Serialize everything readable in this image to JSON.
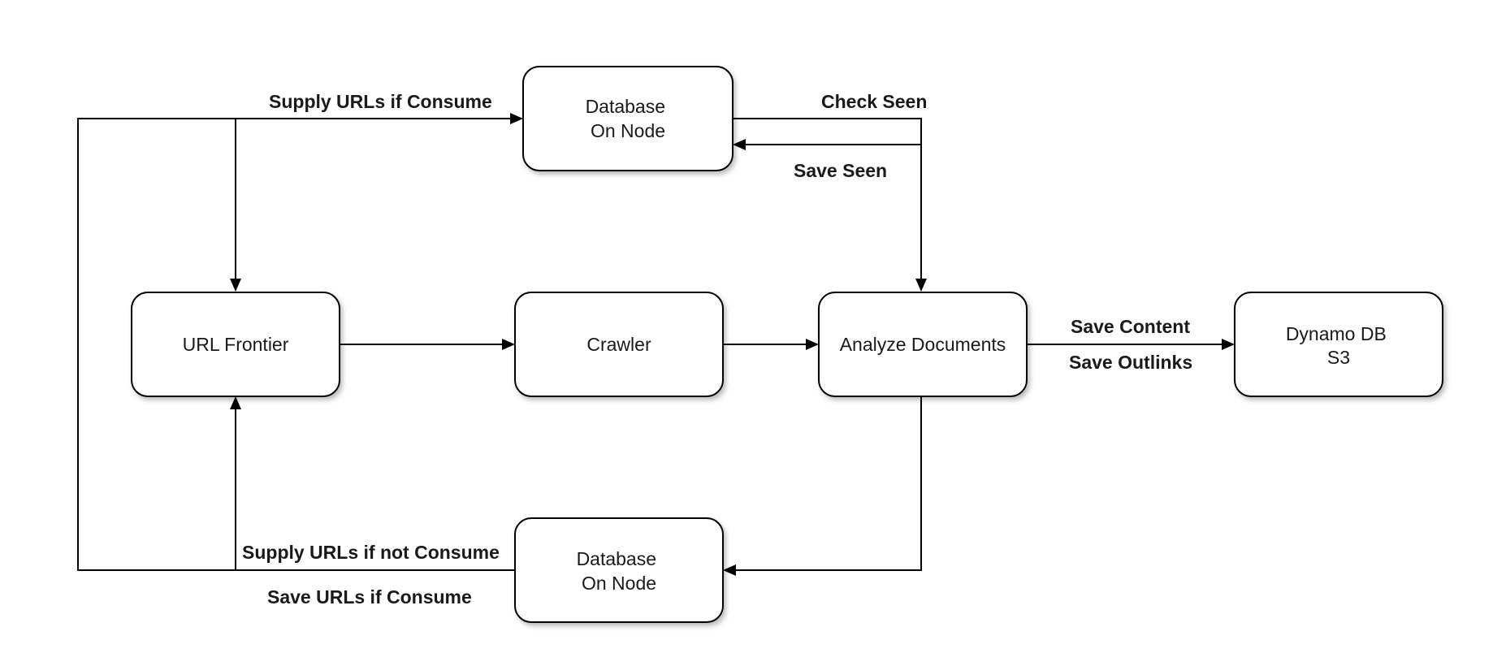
{
  "nodes": {
    "db_top": {
      "lines": [
        "Database",
        "On Node"
      ]
    },
    "url_frontier": {
      "lines": [
        "URL Frontier"
      ]
    },
    "crawler": {
      "lines": [
        "Crawler"
      ]
    },
    "analyze": {
      "lines": [
        "Analyze Documents"
      ]
    },
    "dynamo": {
      "lines": [
        "Dynamo DB",
        "S3"
      ]
    },
    "db_bottom": {
      "lines": [
        "Database",
        "On Node"
      ]
    }
  },
  "edges": {
    "supply_consume": "Supply URLs if Consume",
    "check_seen": "Check Seen",
    "save_seen": "Save Seen",
    "save_content": "Save Content",
    "save_outlinks": "Save Outlinks",
    "supply_not_consume": "Supply URLs if not Consume",
    "save_urls_consume": "Save URLs if Consume"
  },
  "colors": {
    "stroke": "#000000",
    "fill": "#ffffff",
    "text": "#1a1a1a"
  }
}
